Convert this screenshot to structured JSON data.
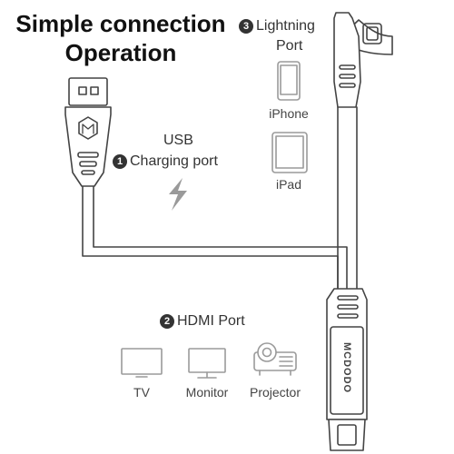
{
  "title": {
    "line1": "Simple connection",
    "line2": "Operation"
  },
  "steps": {
    "usb": {
      "number": "1",
      "line1": "USB",
      "line2": "Charging port"
    },
    "hdmi": {
      "number": "2",
      "label": "HDMI Port"
    },
    "lightning": {
      "number": "3",
      "line1": "Lightning",
      "line2": "Port"
    }
  },
  "devices": {
    "iphone": "iPhone",
    "ipad": "iPad",
    "tv": "TV",
    "monitor": "Monitor",
    "projector": "Projector"
  },
  "brand": {
    "logo_text": "MCDODO"
  },
  "icons": {
    "usb_plug": "usb-plug-icon",
    "lightning_plug": "lightning-plug-icon",
    "hdmi_plug": "hdmi-plug-icon",
    "charge": "lightning-bolt-icon",
    "iphone": "iphone-icon",
    "ipad": "ipad-icon",
    "tv": "tv-icon",
    "monitor": "monitor-icon",
    "projector": "projector-icon"
  },
  "colors": {
    "line": "#444444",
    "icon_gray": "#9a9a9a",
    "text": "#333333"
  }
}
